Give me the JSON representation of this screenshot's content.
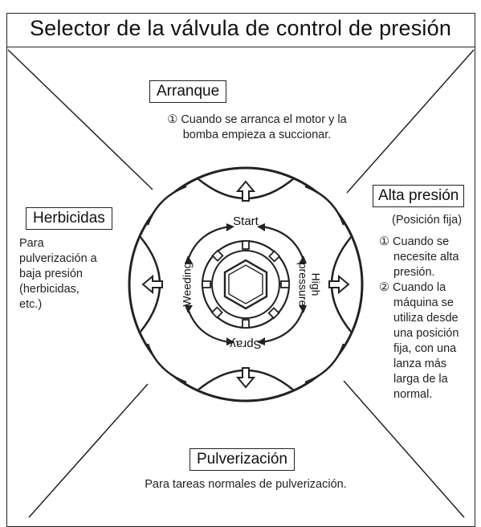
{
  "title": "Selector de la válvula de control de presión",
  "sections": {
    "arranque": {
      "label": "Arranque",
      "item1": "① Cuando se arranca el motor y la",
      "item1b": "bomba empieza a succionar."
    },
    "alta": {
      "label": "Alta presión",
      "sub": "(Posición fija)",
      "lines": [
        "① Cuando se",
        "necesite alta",
        "presión.",
        "② Cuando la",
        "máquina se",
        "utiliza desde",
        "una posición",
        "fija, con una",
        "lanza más",
        "larga de la",
        "normal."
      ]
    },
    "herbicidas": {
      "label": "Herbicidas",
      "lines": [
        "Para",
        "pulverización a",
        "baja presión",
        "(herbicidas,",
        "etc.)"
      ]
    },
    "pulverizacion": {
      "label": "Pulverización",
      "text": "Para tareas normales de pulverización."
    }
  },
  "dial": {
    "start": "Start",
    "spray": "Spray",
    "weeding": "Weeding",
    "high": "High",
    "pressure": "pressure"
  }
}
